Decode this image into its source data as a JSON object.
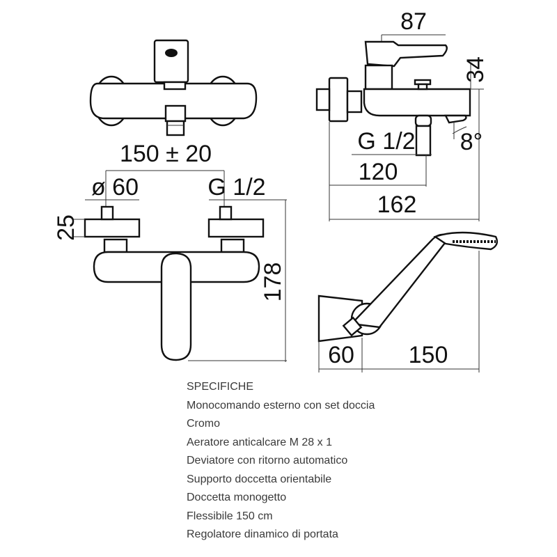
{
  "dimensions": {
    "side_lever_length": "87",
    "side_height": "34",
    "spout_angle": "8°",
    "side_shower_thread": "G 1/2",
    "side_outlet_distance": "120",
    "side_total_depth": "162",
    "center_distance": "150 ± 20",
    "cover_diameter": "ø 60",
    "front_thread": "G 1/2",
    "cover_height": "25",
    "front_height": "178",
    "bracket_depth": "60",
    "shower_length": "150"
  },
  "specs": {
    "title": "SPECIFICHE",
    "items": [
      "Monocomando esterno con set doccia",
      "Cromo",
      "Aeratore anticalcare M 28 x 1",
      "Deviatore con ritorno automatico",
      "Supporto doccetta orientabile",
      "Doccetta monogetto",
      "Flessibile 150 cm",
      "Regolatore dinamico di portata"
    ]
  }
}
